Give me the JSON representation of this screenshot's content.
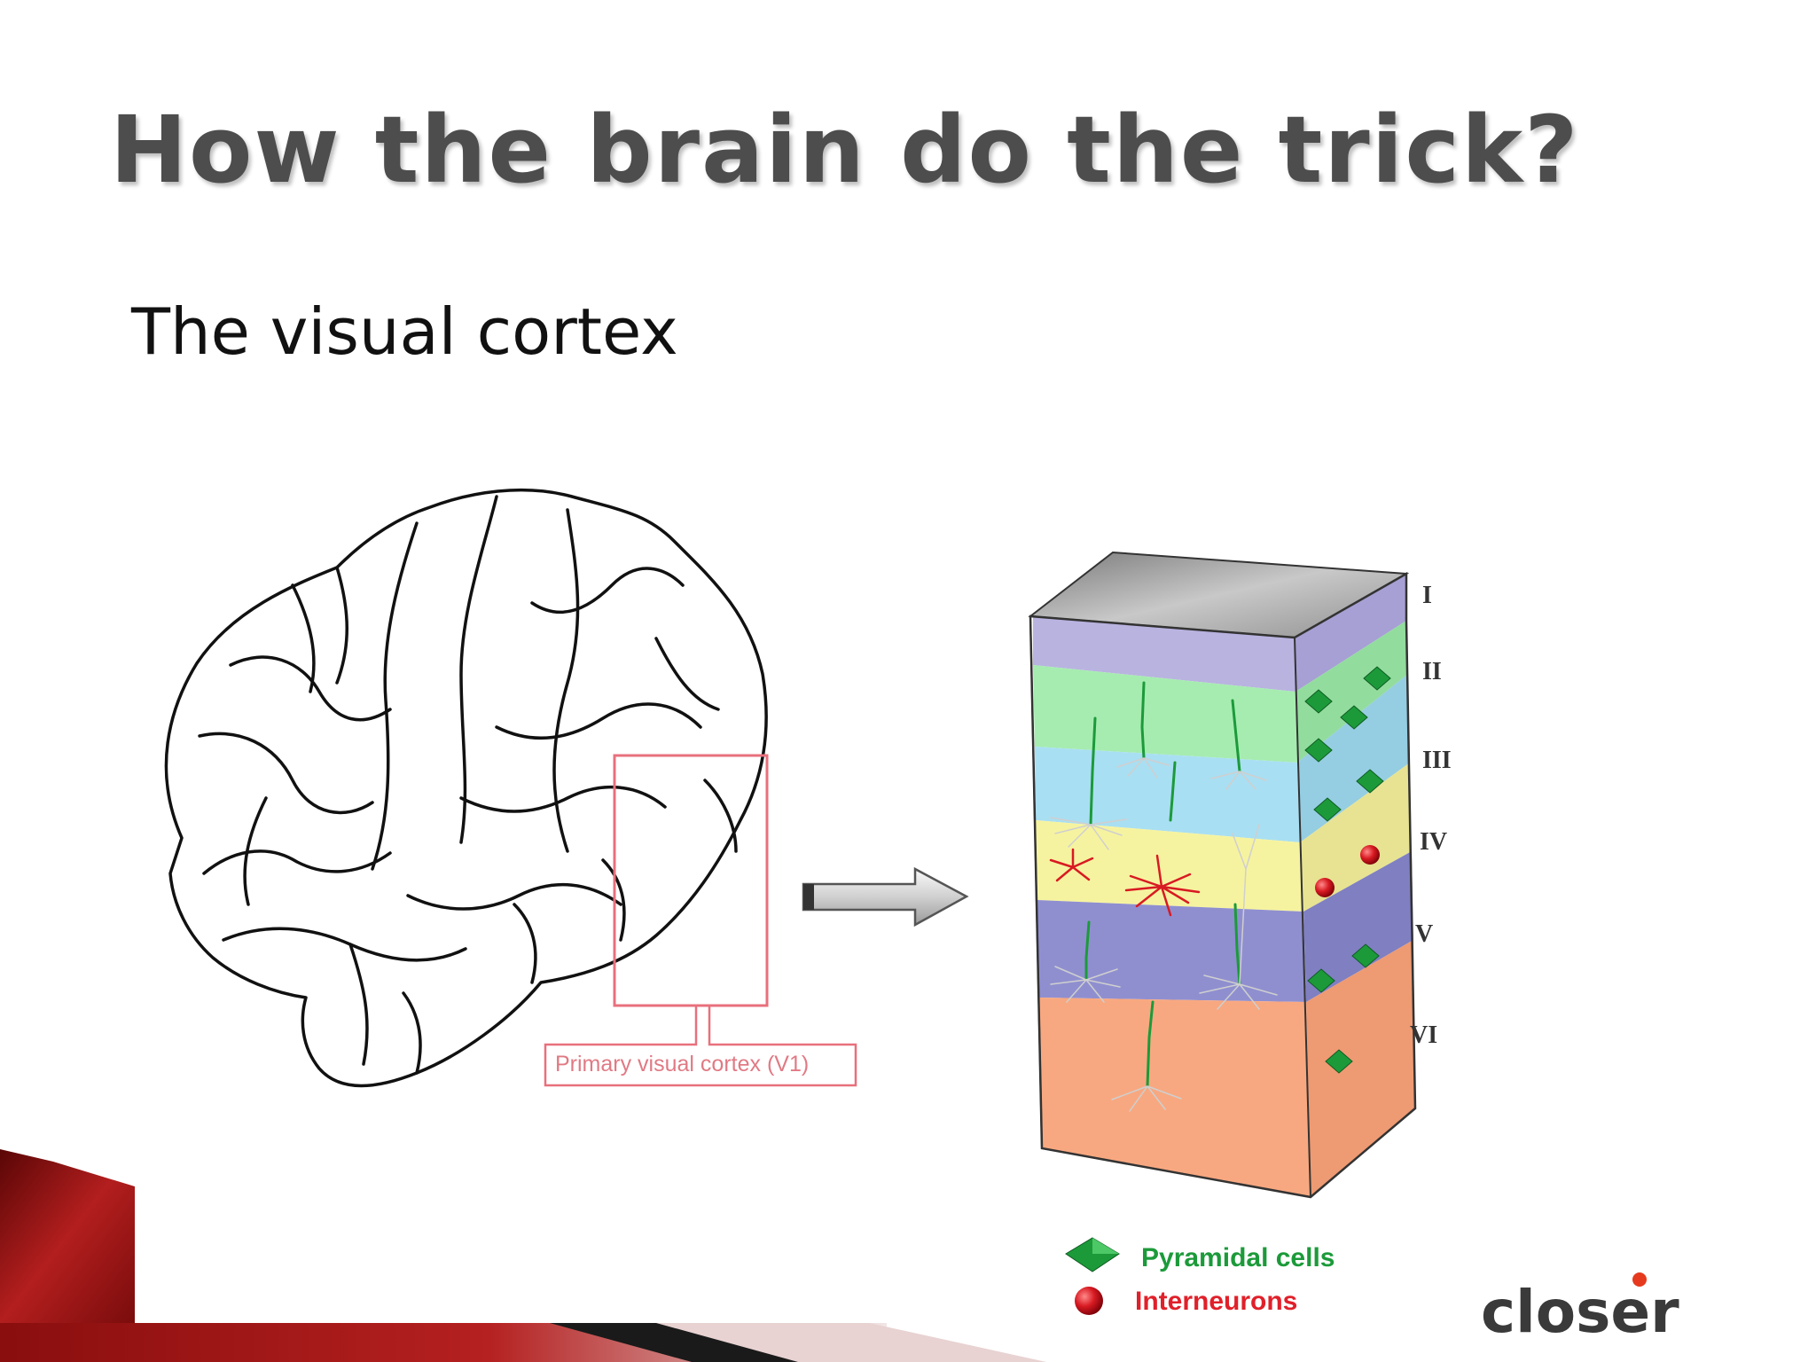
{
  "slide": {
    "title": "How the brain do the trick?",
    "subtitle": "The visual cortex"
  },
  "diagram": {
    "region_label": "Primary visual cortex (V1)",
    "layers": [
      "I",
      "II",
      "III",
      "IV",
      "V",
      "VI"
    ],
    "legend": {
      "pyramidal": "Pyramidal cells",
      "interneurons": "Interneurons"
    }
  },
  "logo": {
    "text": "close",
    "accent_glyph": "r"
  },
  "colors": {
    "title": "#4d4d4d",
    "region_box": "#e8707c",
    "layer_I": "#b9b3e0",
    "layer_II_III": "#a6ecb0",
    "layer_III_IV": "#a9dff2",
    "layer_IV": "#f6f3a0",
    "layer_V": "#8f8fd0",
    "layer_VI": "#f8a880",
    "pyramidal": "#1c9a3a",
    "interneuron": "#d81a22",
    "accent_dark_red": "#7a0c0c"
  }
}
